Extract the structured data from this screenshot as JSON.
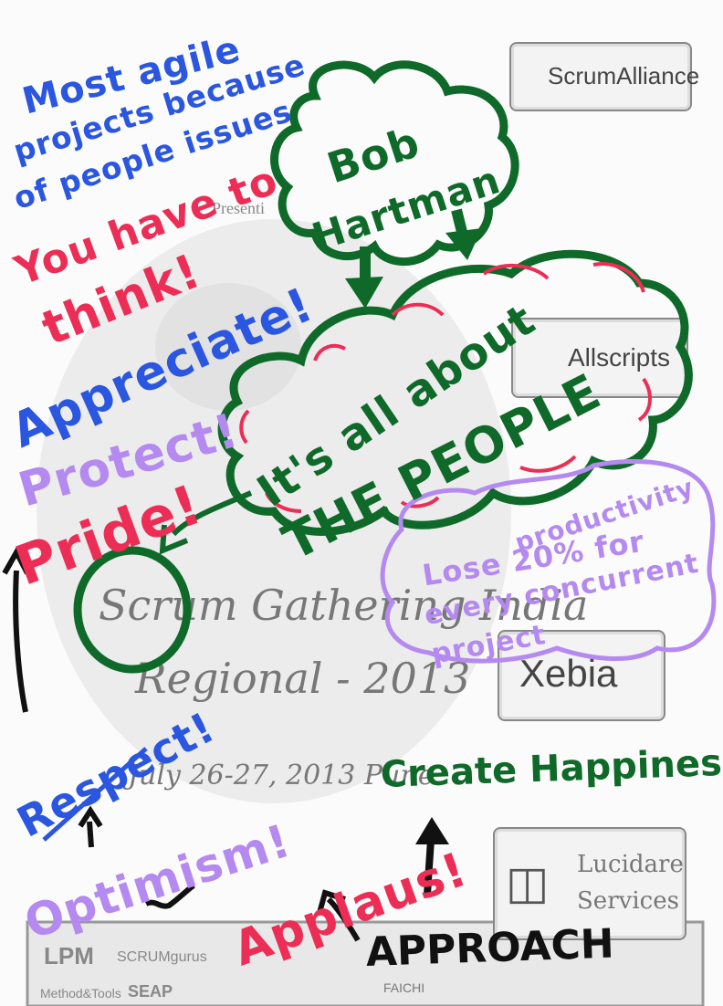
{
  "background": {
    "logos": {
      "scrum_alliance": "ScrumAlliance",
      "allscripts": "Allscripts",
      "xebia": "Xebia",
      "lucidare_line1": "Lucidare",
      "lucidare_line2": "Services",
      "presenter_fragment": "Presenti",
      "fcchi": "FAICHI",
      "sponsors_1": "LPM",
      "sponsors_2": "SCRUMgurus",
      "sponsors_3": "Method&Tools",
      "sponsors_4": "SEAP"
    },
    "event": {
      "line1": "Scrum Gathering India",
      "line2": "Regional - 2013",
      "line3": "July 26-27, 2013  Pune"
    }
  },
  "notes": {
    "most_agile_1": "Most agile",
    "most_agile_2": "projects because",
    "most_agile_3": "of people issues",
    "you_have_to": "You have to",
    "think": "think!",
    "appreciate": "Appreciate!",
    "protect": "Protect!",
    "pride": "Pride!",
    "bob_1": "Bob",
    "bob_2": "Hartman",
    "people_1": "It's all about",
    "people_2": "THE PEOPLE",
    "productivity": "productivity",
    "lose_line1": "Lose 20% for",
    "lose_line2": "every concurrent",
    "lose_line3": "project",
    "respect": "Respect!",
    "optimism": "Optimism!",
    "applaus": "Applaus!",
    "approach": "APPROACH",
    "create_happiness": "Create Happiness"
  },
  "colors": {
    "blue": "#2a56e0",
    "red": "#ec2d55",
    "purple": "#b58af0",
    "green": "#0f6a2a",
    "black": "#111111"
  }
}
